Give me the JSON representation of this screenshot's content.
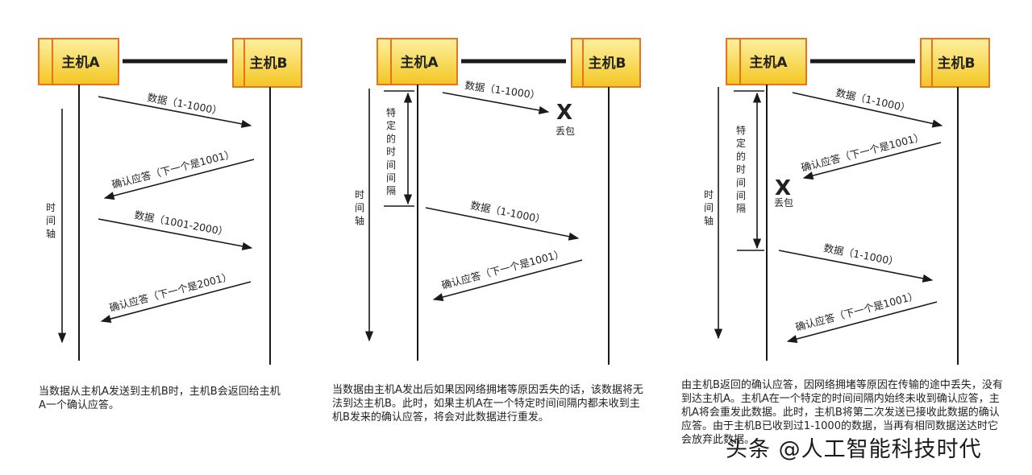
{
  "diagrams": [
    {
      "host_a": "主机A",
      "host_b": "主机B",
      "time_axis": "时间轴",
      "messages": [
        "数据（1-1000）",
        "确认应答（下一个是1001）",
        "数据（1001-2000）",
        "确认应答（下一个是2001）"
      ],
      "caption": "当数据从主机A发送到主机B时，主机B会返回给主机A一个确认应答。"
    },
    {
      "host_a": "主机A",
      "host_b": "主机B",
      "time_axis": "时间轴",
      "interval_label": "特定的时间间隔",
      "loss_mark": "X",
      "loss_label": "丢包",
      "messages": [
        "数据（1-1000）",
        "数据（1-1000）",
        "确认应答（下一个是1001）"
      ],
      "caption": "当数据由主机A发出后如果因网络拥堵等原因丢失的话，该数据将无法到达主机B。此时，如果主机A在一个特定时间间隔内都未收到主机B发来的确认应答，将会对此数据进行重发。"
    },
    {
      "host_a": "主机A",
      "host_b": "主机B",
      "time_axis": "时间轴",
      "interval_label": "特定的时间间隔",
      "loss_mark": "X",
      "loss_label": "丢包",
      "messages": [
        "数据（1-1000）",
        "确认应答（下一个是1001）",
        "数据（1-1000）",
        "确认应答（下一个是1001）"
      ],
      "caption": "由主机B返回的确认应答，因网络拥堵等原因在传输的途中丢失，没有到达主机A。主机A在一个特定的时间间隔内始终未收到确认应答，主机A将会重发此数据。此时，主机B将第二次发送已接收此数据的确认应答。由于主机B已收到过1-1000的数据，当再有相同数据送达时它会放弃此数据。"
    }
  ],
  "watermark": "头条 @人工智能科技时代",
  "colors": {
    "box_fill_top": "#fbe98a",
    "box_fill_bottom": "#f3c623",
    "box_border": "#e8731e",
    "line": "#1a1a1a"
  }
}
